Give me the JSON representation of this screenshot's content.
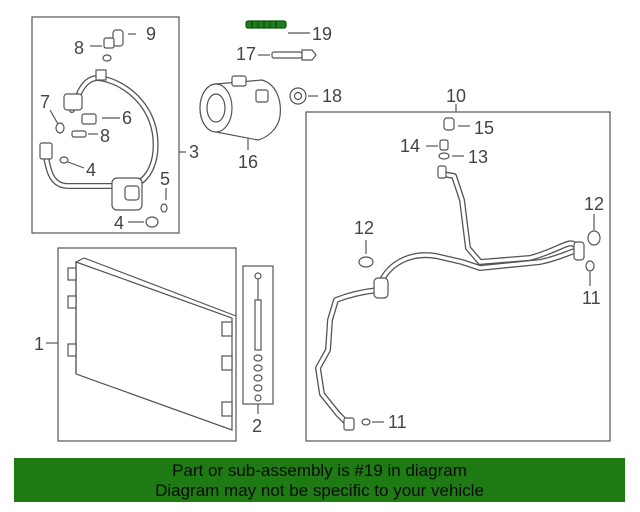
{
  "callouts": {
    "c1": "1",
    "c2": "2",
    "c3": "3",
    "c4a": "4",
    "c4b": "4",
    "c5": "5",
    "c6": "6",
    "c7": "7",
    "c8a": "8",
    "c8b": "8",
    "c9": "9",
    "c10": "10",
    "c11a": "11",
    "c11b": "11",
    "c12a": "12",
    "c12b": "12",
    "c13": "13",
    "c14": "14",
    "c15": "15",
    "c16": "16",
    "c17": "17",
    "c18": "18",
    "c19": "19"
  },
  "banner": {
    "line1": "Part or sub-assembly is #19 in diagram",
    "line2": "Diagram may not be specific to your vehicle"
  },
  "colors": {
    "banner_bg": "#1e7a12",
    "highlight": "#1f7d1f",
    "linework": "#555555"
  }
}
